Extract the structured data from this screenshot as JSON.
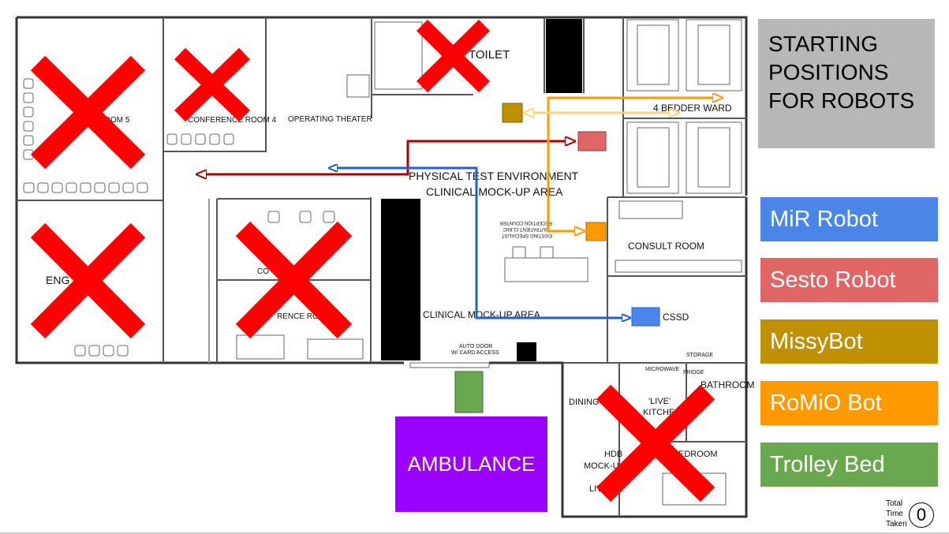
{
  "info_box": {
    "lines": [
      "STARTING",
      "POSITIONS",
      "FOR ROBOTS"
    ]
  },
  "legend": [
    {
      "label": "MiR Robot",
      "color": "#4a86e8"
    },
    {
      "label": "Sesto Robot",
      "color": "#e06666"
    },
    {
      "label": "MissyBot",
      "color": "#bf9000"
    },
    {
      "label": "RoMiO Bot",
      "color": "#ff9900"
    },
    {
      "label": "Trolley Bed",
      "color": "#6aa84f"
    }
  ],
  "ambulance": {
    "label": "AMBULANCE",
    "color": "#9900ff"
  },
  "timer": {
    "label_lines": [
      "Total",
      "Time",
      "Taken"
    ],
    "value": "0"
  },
  "room_labels": {
    "toilet": "TOILET",
    "operating_theater": "OPERATING THEATER",
    "conference_room_4": "CONFERENCE ROOM 4",
    "conference_room_5": "ROOM 5",
    "ward": "4 BEDDER WARD",
    "physical_test_line1": "PHYSICAL TEST ENVIRONMENT",
    "physical_test_line2": "CLINICAL MOCK-UP AREA",
    "consult_room": "CONSULT ROOM",
    "clinical_mockup": "CLINICAL MOCK-UP AREA",
    "cssd": "CSSD",
    "engineering": "ENG     G",
    "conference_small": "CO",
    "conference_room_b": "RENCE ROOM",
    "auto_door_1": "AUTO DOOR",
    "auto_door_2": "W/ CARD ACCESS",
    "storage": "STORAGE",
    "microwave": "MICROWAVE",
    "fridge": "FRIDGE",
    "bathroom": "BATHROOM",
    "dining": "DINING",
    "live_1": "'LIVE'",
    "live_2": "KITCHE",
    "hdb": "HDB",
    "mockup_left": "MOCK-U",
    "living_area": "LIV        REA",
    "bedroom": "EDROOM",
    "counter_1": "EXISTING SPECIALIST",
    "counter_2": "OUTPATIENT CLINIC",
    "counter_3": "RECEPTION COUNTER"
  },
  "colors": {
    "mir": "#1f5fd4",
    "sesto": "#a80000",
    "missy": "#ffd27a",
    "romio": "#ff9900",
    "cross": "#ff0000"
  }
}
